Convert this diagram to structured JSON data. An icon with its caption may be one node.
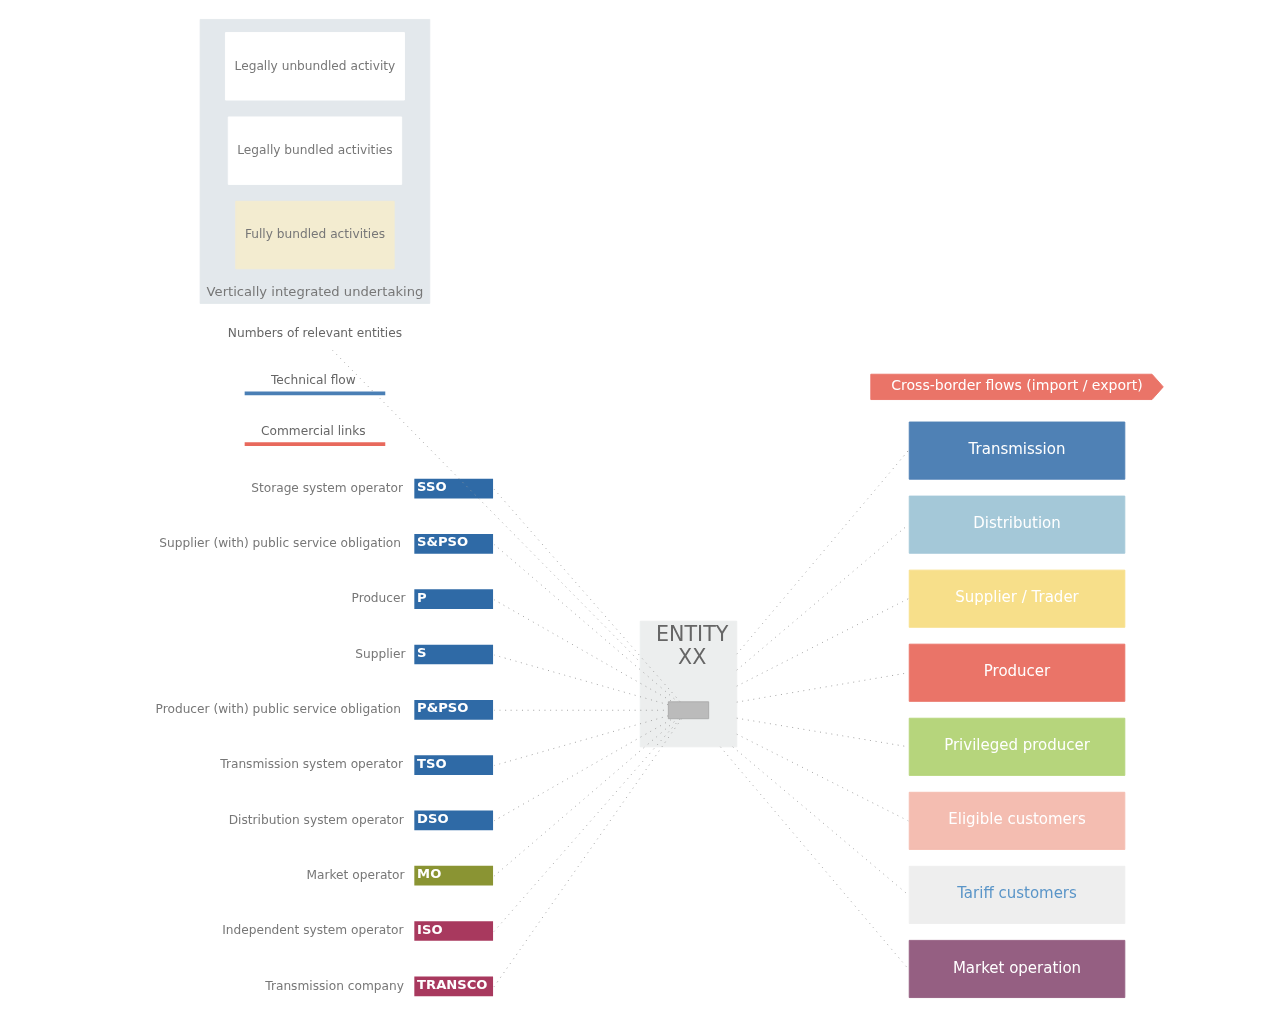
{
  "diagram": {
    "nodes": [
      {
        "text": [
          "SSO"
        ],
        "beside": [
          "Storage system operator"
        ]
      },
      {
        "text": [
          "S&PSO"
        ],
        "beside": [
          "Supplier (with) public service obligation"
        ]
      },
      {
        "text": [
          "P"
        ],
        "beside": [
          "Producer"
        ]
      },
      {
        "text": [
          "S"
        ],
        "beside": [
          "Supplier"
        ]
      },
      {
        "text": [
          "P&PSO"
        ],
        "beside": [
          "Producer (with) public service obligation"
        ]
      },
      {
        "text": [
          "TSO"
        ],
        "beside": [
          "Transmission system operator"
        ]
      },
      {
        "text": [
          "DSO"
        ],
        "beside": [
          "Distribution system operator"
        ]
      },
      {
        "text": [
          "MO"
        ],
        "beside": [
          "Market operator"
        ]
      },
      {
        "text": [
          "ISO"
        ],
        "beside": [
          "Independent system operator"
        ]
      },
      {
        "text": [
          "TRANSCO"
        ],
        "beside": [
          "Transmission company"
        ]
      },
      {
        "text": [
          "ENTITY",
          "XX"
        ]
      },
      {
        "text": [],
        "shape": "box",
        "in": 10
      },
      {
        "text": [
          "Numbers of relevant entities"
        ]
      },
      {
        "text": [
          "Transmission"
        ]
      },
      {
        "text": [
          "Distribution"
        ]
      },
      {
        "text": [
          "Supplier / Trader"
        ]
      },
      {
        "text": [
          "Producer"
        ]
      },
      {
        "text": [
          "Privileged producer"
        ]
      },
      {
        "text": [
          "Eligible customers"
        ]
      },
      {
        "text": [
          "Tariff customers"
        ]
      },
      {
        "text": [
          "Market operation"
        ]
      },
      {
        "text": [
          "Vertically integrated undertaking"
        ]
      },
      {
        "text": [
          "Legally unbundled activity"
        ],
        "in": 21
      },
      {
        "text": [
          "Legally bundled activities"
        ],
        "in": 21
      },
      {
        "text": [
          "Fully bundled activities"
        ],
        "in": 21
      },
      {
        "text": [
          "Cross-border flows (import / export)"
        ]
      }
    ],
    "edges": [
      {
        "from": 0,
        "to": 11,
        "arrow": "none"
      },
      {
        "from": 1,
        "to": 11,
        "arrow": "none"
      },
      {
        "from": 2,
        "to": 11,
        "arrow": "none"
      },
      {
        "from": 3,
        "to": 11,
        "arrow": "none"
      },
      {
        "from": 4,
        "to": 11,
        "arrow": "none"
      },
      {
        "from": 5,
        "to": 11,
        "arrow": "none"
      },
      {
        "from": 6,
        "to": 11,
        "arrow": "none"
      },
      {
        "from": 7,
        "to": 11,
        "arrow": "none"
      },
      {
        "from": 8,
        "to": 11,
        "arrow": "none"
      },
      {
        "from": 9,
        "to": 11,
        "arrow": "none"
      },
      {
        "from": 12,
        "to": 10,
        "arrow": "none"
      },
      {
        "from": 10,
        "to": 13,
        "arrow": "none"
      },
      {
        "from": 10,
        "to": 14,
        "arrow": "none"
      },
      {
        "from": 10,
        "to": 15,
        "arrow": "none"
      },
      {
        "from": 10,
        "to": 16,
        "arrow": "none"
      },
      {
        "from": 10,
        "to": 17,
        "arrow": "none"
      },
      {
        "from": 10,
        "to": 18,
        "arrow": "none"
      },
      {
        "from": 10,
        "to": 19,
        "arrow": "none"
      },
      {
        "from": 10,
        "to": 20,
        "arrow": "none"
      }
    ],
    "legend": [
      {
        "text": "Technical flow"
      },
      {
        "text": "Commercial links"
      }
    ]
  }
}
